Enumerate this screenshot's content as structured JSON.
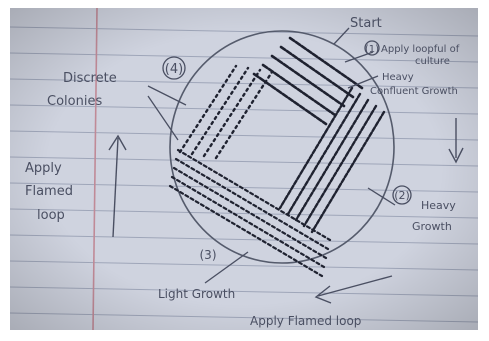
{
  "labels": {
    "start": "Start",
    "apply_loopful": "Apply loopful of",
    "culture": "culture",
    "heavy_confluent_1": "Heavy",
    "heavy_confluent_2": "Confluent Growth",
    "discrete_1": "Discrete",
    "discrete_2": "Colonies",
    "apply_flamed_left_1": "Apply",
    "apply_flamed_left_2": "Flamed",
    "apply_flamed_left_3": "loop",
    "heavy_growth_1": "Heavy",
    "heavy_growth_2": "Growth",
    "light_growth": "Light Growth",
    "apply_flamed_bottom": "Apply Flamed loop"
  },
  "steps": {
    "step1": "(1)",
    "step2": "(2)",
    "step3": "(3)",
    "step4": "(4)"
  }
}
